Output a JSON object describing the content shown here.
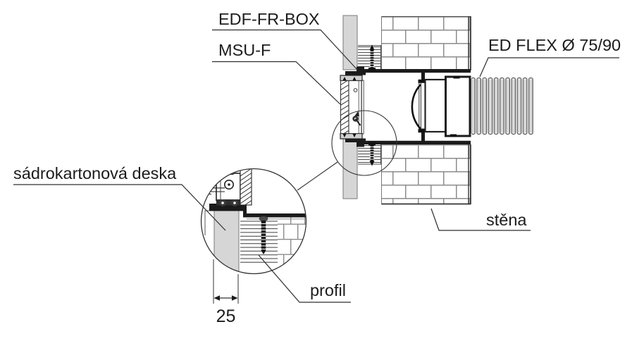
{
  "diagram": {
    "type": "technical-installation-detail",
    "labels": {
      "edf_fr_box": "EDF-FR-BOX",
      "msu_f": "MSU-F",
      "ed_flex": "ED FLEX Ø 75/90",
      "plasterboard": "sádrokartonová deska",
      "wall": "stěna",
      "profile": "profil"
    },
    "dimension": {
      "plasterboard_thickness": "25"
    },
    "colors": {
      "line": "#2b2b2b",
      "text": "#1c1c1c",
      "plasterboard_fill": "#d6d6d6",
      "brick_joint": "#8c8c8c",
      "background": "#ffffff"
    }
  }
}
